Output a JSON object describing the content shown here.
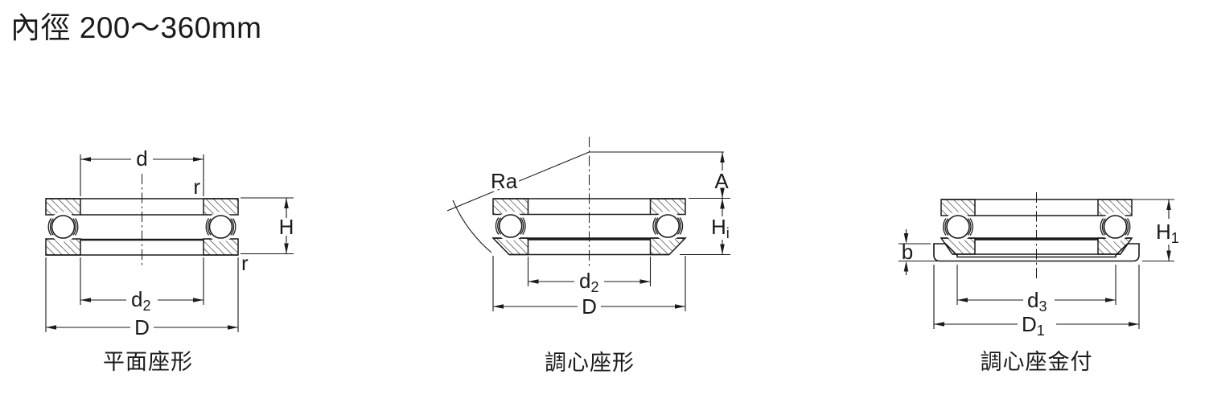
{
  "title": "內徑 200〜360mm",
  "colors": {
    "line": "#1a1a1a",
    "background": "#ffffff"
  },
  "diagram1": {
    "caption": "平面座形",
    "dim_d": "d",
    "dim_r_top": "r",
    "dim_r_bottom": "r",
    "dim_H": "H",
    "dim_d2_main": "d",
    "dim_d2_sub": "2",
    "dim_D": "D"
  },
  "diagram2": {
    "caption": "調心座形",
    "dim_Ra": "Ra",
    "dim_A": "A",
    "dim_Hi_main": "H",
    "dim_Hi_sub": "i",
    "dim_d2_main": "d",
    "dim_d2_sub": "2",
    "dim_D": "D"
  },
  "diagram3": {
    "caption": "調心座金付",
    "dim_b": "b",
    "dim_H1_main": "H",
    "dim_H1_sub": "1",
    "dim_d3_main": "d",
    "dim_d3_sub": "3",
    "dim_D1_main": "D",
    "dim_D1_sub": "1"
  }
}
